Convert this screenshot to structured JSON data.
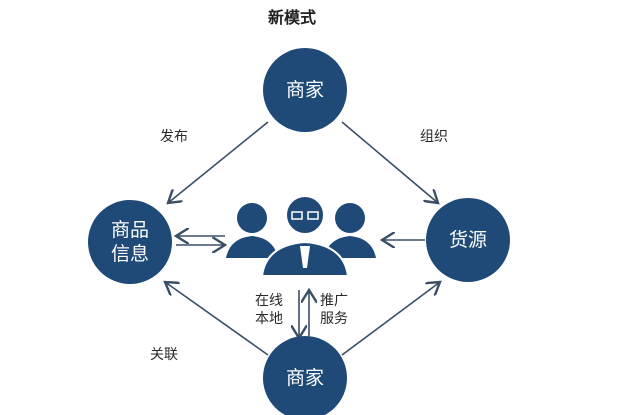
{
  "title": "新模式",
  "nodes": {
    "top": "商家",
    "left_line1": "商品",
    "left_line2": "信息",
    "right": "货源",
    "bottom": "商家"
  },
  "labels": {
    "publish": "发布",
    "organize": "组织",
    "associate": "关联",
    "online_line1": "在线",
    "online_line2": "本地",
    "promote_line1": "推广",
    "promote_line2": "服务"
  },
  "colors": {
    "node": "#1f4a78",
    "arrow": "#3a4e66"
  }
}
